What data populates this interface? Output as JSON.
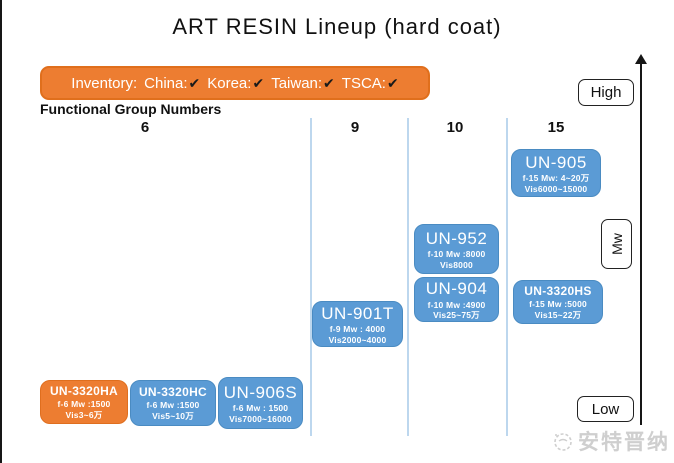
{
  "title": "ART RESIN  Lineup (hard coat)",
  "inventory": {
    "label": "Inventory:",
    "items": [
      "China:",
      "Korea:",
      "Taiwan:",
      "TSCA:"
    ],
    "check": "✔"
  },
  "axis": {
    "x_label": "Functional Group Numbers",
    "x_ticks": [
      "6",
      "9",
      "10",
      "15"
    ],
    "y_label": "Mw",
    "y_high_label": "High",
    "y_low_label": "Low"
  },
  "products": [
    {
      "name": "UN-3320HA",
      "specs": "f-6  Mw :1500",
      "viscosity": "Vis3~6万",
      "functional_group": "6",
      "highlight": "orange"
    },
    {
      "name": "UN-3320HC",
      "specs": "f-6  Mw :1500",
      "viscosity": "Vis5~10万",
      "functional_group": "6",
      "highlight": "blue"
    },
    {
      "name": "UN-906S",
      "specs": "f-6  Mw : 1500",
      "viscosity": "Vis7000~16000",
      "functional_group": "6",
      "highlight": "blue"
    },
    {
      "name": "UN-901T",
      "specs": "f-9  Mw : 4000",
      "viscosity": "Vis2000~4000",
      "functional_group": "9",
      "highlight": "blue"
    },
    {
      "name": "UN-952",
      "specs": "f-10  Mw :8000",
      "viscosity": "Vis8000",
      "functional_group": "10",
      "highlight": "blue"
    },
    {
      "name": "UN-904",
      "specs": "f-10  Mw :4900",
      "viscosity": "Vis25~75万",
      "functional_group": "10",
      "highlight": "blue"
    },
    {
      "name": "UN-905",
      "specs": "f-15  Mw: 4~20万",
      "viscosity": "Vis6000~15000",
      "functional_group": "15",
      "highlight": "blue"
    },
    {
      "name": "UN-3320HS",
      "specs": "f-15  Mw :5000",
      "viscosity": "Vis15~22万",
      "functional_group": "15",
      "highlight": "blue"
    }
  ],
  "watermark": {
    "text": "安特晋纳"
  },
  "colors": {
    "orange": "#ED7D31",
    "blue": "#5B9BD5",
    "divider_line": "#BDD7EE",
    "checkmark": "#1a1a1a"
  }
}
